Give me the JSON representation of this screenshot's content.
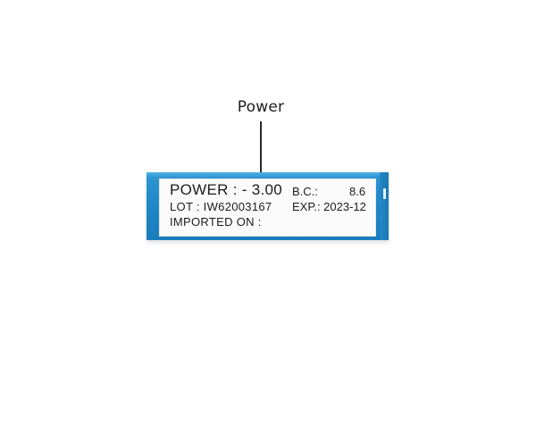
{
  "callout": {
    "label": "Power"
  },
  "label": {
    "power_line": "POWER : - 3.00",
    "bc_label": "B.C.:",
    "bc_value": "8.6",
    "lot_line": "LOT :  IW62003167",
    "exp_line": "EXP.: 2023-12",
    "imported_line": "IMPORTED ON :"
  },
  "colors": {
    "box_blue": "#1f86c6",
    "label_white": "#fbfbfb",
    "text": "#1c1c1c"
  }
}
